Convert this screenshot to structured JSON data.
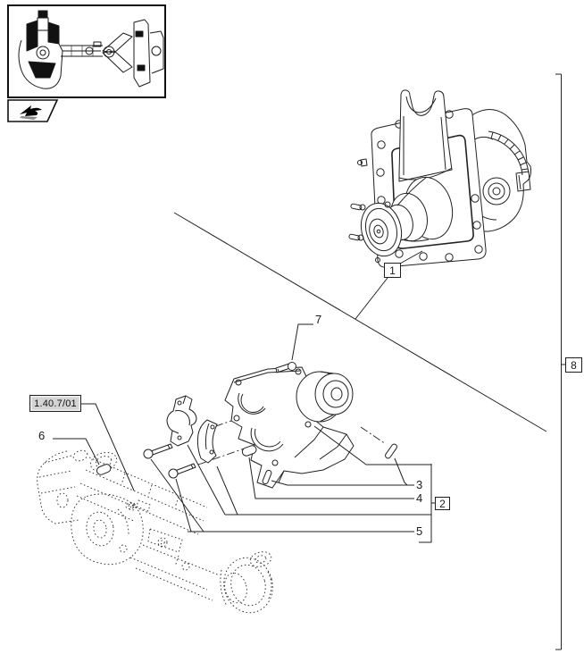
{
  "page": {
    "type": "parts-catalog-exploded-diagram",
    "background": "#ffffff",
    "line_color": "#1f1f1f",
    "ref_box_bg": "#d4d4d4"
  },
  "thumbnail": {
    "name": "front-axle-assembly-section-thumbnail"
  },
  "nav": {
    "arrow_icon": "section-arrow-icon"
  },
  "callouts": {
    "item1": "1",
    "item2": "2",
    "item3": "3",
    "item4": "4",
    "item5": "5",
    "item6": "6",
    "item7": "7",
    "item8": "8",
    "reference_drawing": "1.40.7/01"
  }
}
